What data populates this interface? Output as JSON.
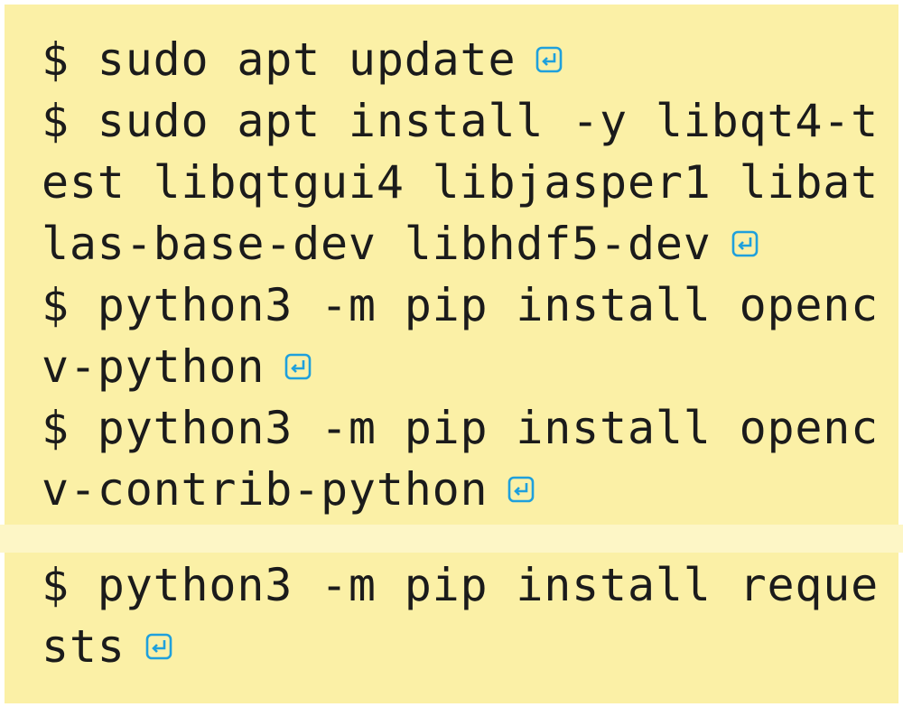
{
  "colors": {
    "panel_background": "#fbf0a6",
    "text": "#1b1b1b",
    "enter_icon": "#1fa0dc"
  },
  "enter_icon_name": "enter-key-icon",
  "code_lines": [
    "$ sudo apt update",
    "$ sudo apt install -y libqt4-t",
    "est libqtgui4 libjasper1 libat",
    "las-base-dev libhdf5-dev",
    "$ python3 -m pip install openc",
    "v-python",
    "$ python3 -m pip install openc",
    "v-contrib-python",
    "$ python3 -m pip install reque",
    "sts"
  ]
}
